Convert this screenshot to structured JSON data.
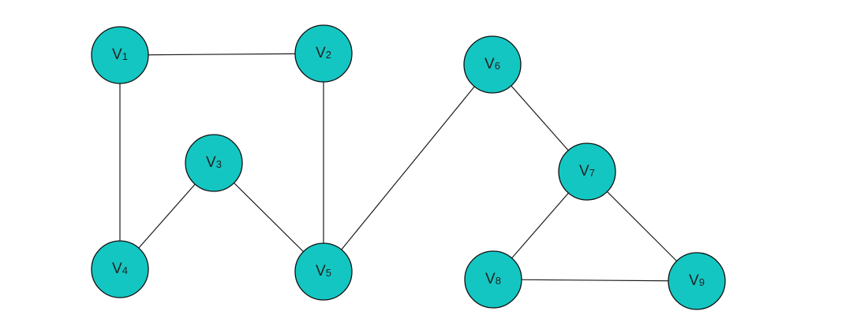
{
  "graph": {
    "node_color": "#14c6c2",
    "nodes": [
      {
        "id": "V1",
        "letter": "V",
        "index": "1"
      },
      {
        "id": "V2",
        "letter": "V",
        "index": "2"
      },
      {
        "id": "V3",
        "letter": "V",
        "index": "3"
      },
      {
        "id": "V4",
        "letter": "V",
        "index": "4"
      },
      {
        "id": "V5",
        "letter": "V",
        "index": "5"
      },
      {
        "id": "V6",
        "letter": "V",
        "index": "6"
      },
      {
        "id": "V7",
        "letter": "V",
        "index": "7"
      },
      {
        "id": "V8",
        "letter": "V",
        "index": "8"
      },
      {
        "id": "V9",
        "letter": "V",
        "index": "9"
      }
    ],
    "edges": [
      {
        "from": "V1",
        "to": "V2"
      },
      {
        "from": "V1",
        "to": "V4"
      },
      {
        "from": "V2",
        "to": "V5"
      },
      {
        "from": "V3",
        "to": "V4"
      },
      {
        "from": "V3",
        "to": "V5"
      },
      {
        "from": "V5",
        "to": "V6"
      },
      {
        "from": "V6",
        "to": "V7"
      },
      {
        "from": "V7",
        "to": "V8"
      },
      {
        "from": "V7",
        "to": "V9"
      },
      {
        "from": "V8",
        "to": "V9"
      }
    ]
  }
}
